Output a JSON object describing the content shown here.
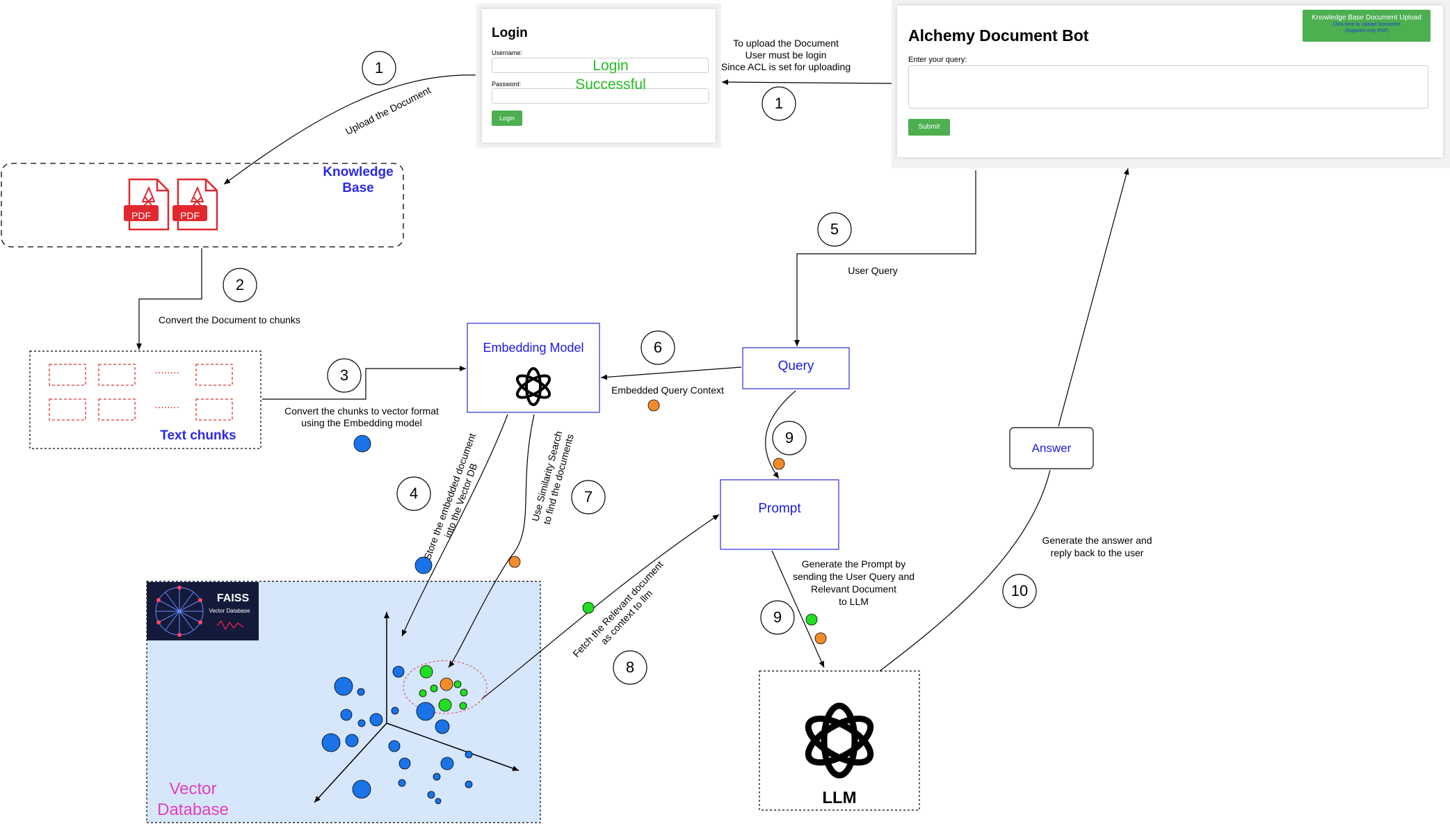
{
  "login_panel": {
    "title": "Login",
    "username_label": "Username:",
    "password_label": "Password:",
    "button_label": "Login",
    "success_line1": "Login",
    "success_line2": "Successful"
  },
  "bot_panel": {
    "title": "Alchemy Document Bot",
    "query_label": "Enter your query:",
    "submit_label": "Submit",
    "upload_btn_title": "Knowledge Base Document Upload",
    "upload_btn_line2": "Click here to Upload Document",
    "upload_btn_line3": "(Supports only PDF)"
  },
  "notes": {
    "acl_line1": "To upload the Document",
    "acl_line2": "User must be login",
    "acl_line3": "Since ACL is set for uploading",
    "upload_doc": "Upload the Document",
    "convert_doc": "Convert the Document to chunks",
    "convert_chunks_1": "Convert the chunks to vector format",
    "convert_chunks_2": "using the Embedding model",
    "user_query": "User Query",
    "embedded_query": "Embedded Query Context",
    "store_1": "Store the embedded document",
    "store_2": "into the Vector DB",
    "similarity_1": "Use Similarity Search",
    "similarity_2": "to find the documents",
    "fetch_1": "Fetch the Relevant document",
    "fetch_2": "as context to llm",
    "gen_prompt_1": "Generate the Prompt by",
    "gen_prompt_2": "sending the User Query and",
    "gen_prompt_3": "Relevant Document",
    "gen_prompt_4": "to LLM",
    "gen_answer_1": "Generate the answer and",
    "gen_answer_2": "reply back to the user"
  },
  "nodes": {
    "knowledge_base_1": "Knowledge",
    "knowledge_base_2": "Base",
    "pdf_label": "PDF",
    "text_chunks": "Text chunks",
    "chunk_dots": "........",
    "embedding_model": "Embedding Model",
    "query": "Query",
    "prompt": "Prompt",
    "answer": "Answer",
    "llm": "LLM",
    "faiss_title": "FAISS",
    "faiss_sub": "Vector Database",
    "vector_db_1": "Vector",
    "vector_db_2": "Database"
  },
  "steps": [
    "1",
    "1",
    "2",
    "3",
    "4",
    "5",
    "6",
    "7",
    "8",
    "9",
    "9",
    "10"
  ],
  "colors": {
    "blue_dot": "#1a73e8",
    "orange_dot": "#f28c28",
    "green_dot": "#22dd22",
    "node_blue": "#1a1ae6",
    "pdf_red": "#e0282e",
    "vector_pink": "#e040c0",
    "vector_bg": "#d6e6fb",
    "success_green": "#22bb22",
    "button_green": "#4caf50"
  }
}
